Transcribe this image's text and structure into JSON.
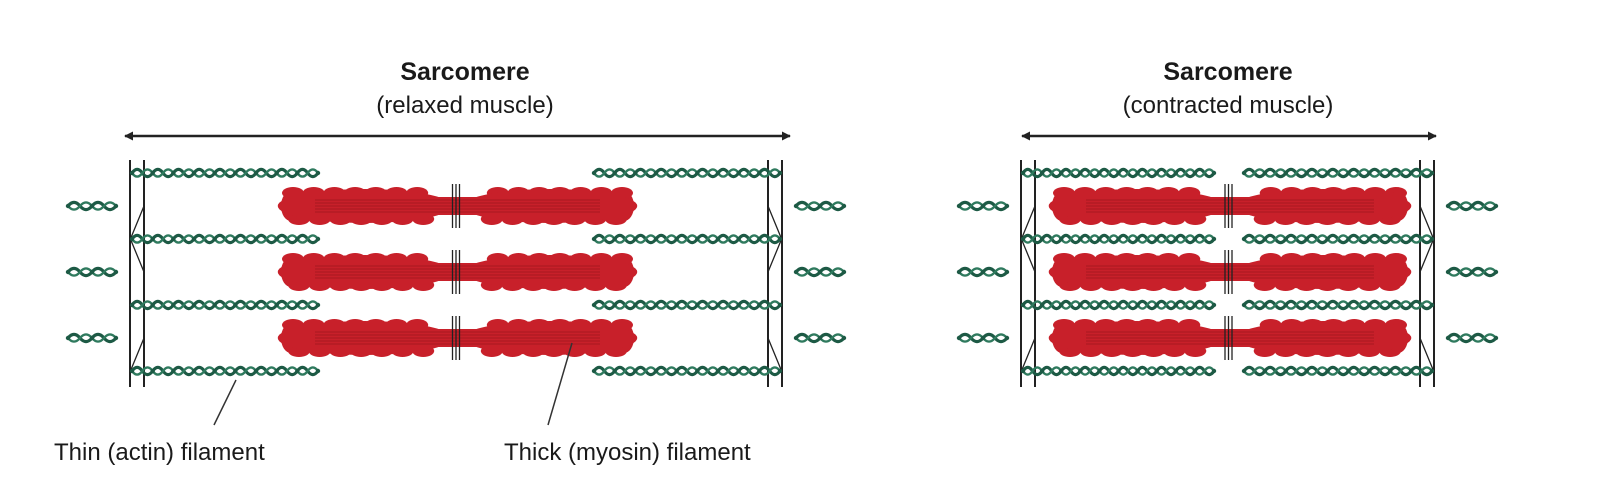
{
  "colors": {
    "actin": "#1d5a45",
    "actin_light": "#2f7a5e",
    "myosin": "#c8202a",
    "myosin_dark": "#8e1419",
    "line": "#222222"
  },
  "panels": [
    {
      "title": "Sarcomere",
      "subtitle": "(relaxed muscle)"
    },
    {
      "title": "Sarcomere",
      "subtitle": "(contracted muscle)"
    }
  ],
  "labels": {
    "thin": "Thin (actin) filament",
    "thick": "Thick (myosin) filament"
  }
}
